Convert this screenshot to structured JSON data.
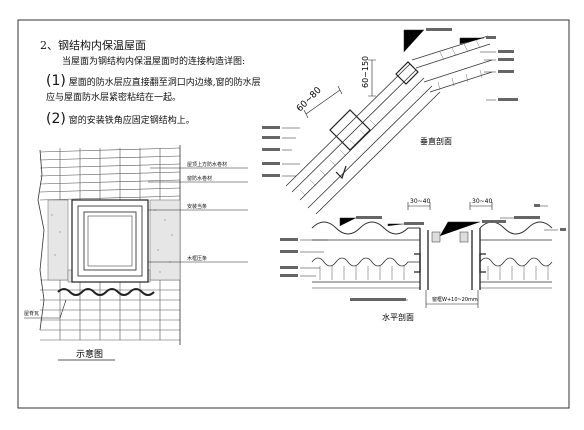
{
  "notes": {
    "heading": "2、钢结构内保温屋面",
    "intro": "当屋面为钢结构内保温屋面时的连接构造详图:",
    "item1_num": "(1)",
    "item1_line1": "屋面的防水层应直接翻至洞口内边缘,窗的防水层",
    "item1_line2": "应与屋面防水层紧密粘结在一起。",
    "item2_num": "(2)",
    "item2_text": "窗的安装铁角应固定钢结构上。"
  },
  "schematic": {
    "caption": "示意图",
    "callouts": [
      "屋顶上方防水卷材",
      "窗防水卷材",
      "安装当条",
      "木框压条"
    ],
    "left_callout": "屋脊瓦"
  },
  "vertical_section": {
    "caption": "垂直剖面",
    "dim_top": "60~150",
    "dim_slope": "60~80"
  },
  "horizontal_section": {
    "caption": "水平剖面",
    "dim_left": "30~40",
    "dim_right": "30~40",
    "dim_bottom": "窗框W+10~20mm"
  }
}
